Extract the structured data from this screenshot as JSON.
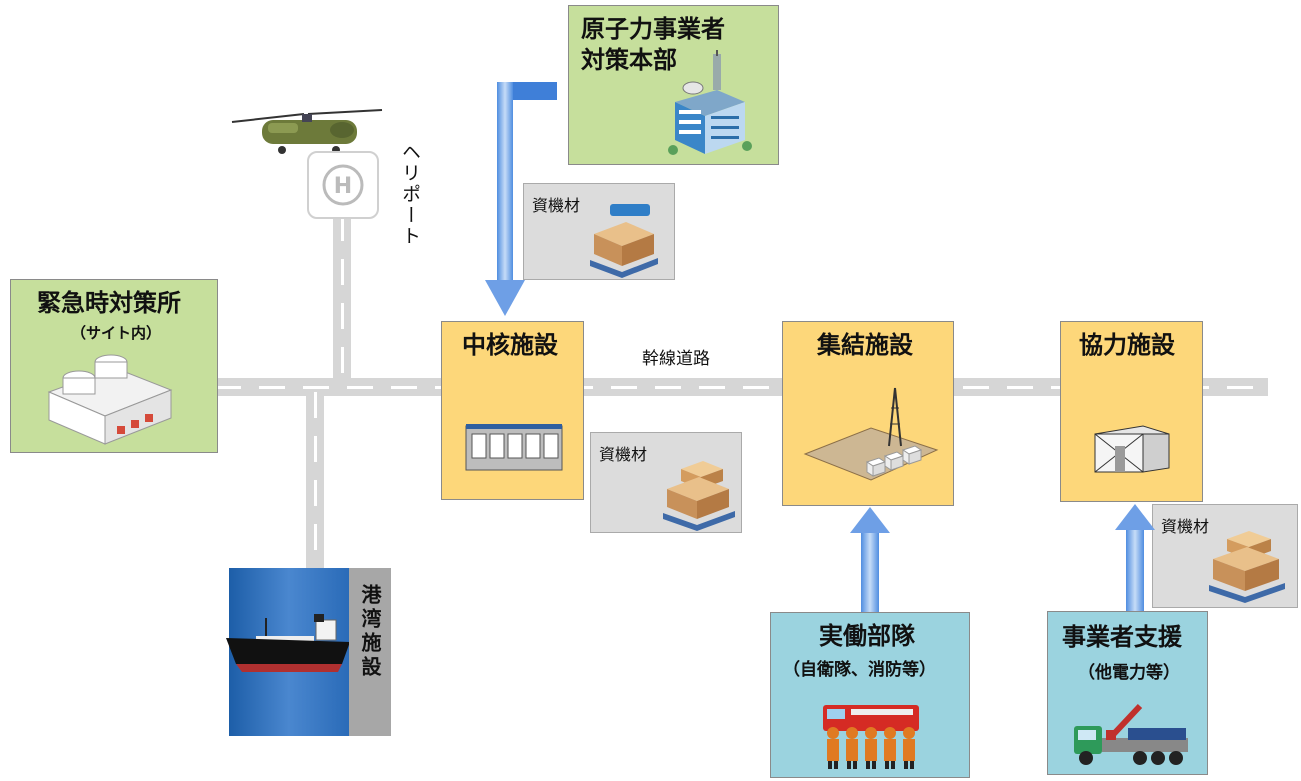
{
  "nuclear_hq": {
    "title_line1": "原子力事業者",
    "title_line2": "対策本部"
  },
  "emergency_office": {
    "title": "緊急時対策所",
    "subtitle": "（サイト内）"
  },
  "heliport": {
    "label": "ヘリポート"
  },
  "port": {
    "label": "港湾施設"
  },
  "core_facility": {
    "title": "中核施設"
  },
  "assembly_facility": {
    "title": "集結施設"
  },
  "cooperation_facility": {
    "title": "協力施設"
  },
  "trunk_road": {
    "label": "幹線道路"
  },
  "materials": {
    "label": "資機材"
  },
  "field_units": {
    "title": "実働部隊",
    "subtitle": "（自衛隊、消防等）"
  },
  "operator_support": {
    "title": "事業者支援",
    "subtitle": "（他電力等）"
  },
  "colors": {
    "green_box": "#c6df9c",
    "orange_box": "#fdd77a",
    "blue_box": "#9bd3df",
    "material_box": "#dcdcdc",
    "arrow": "#6e9fe6"
  }
}
